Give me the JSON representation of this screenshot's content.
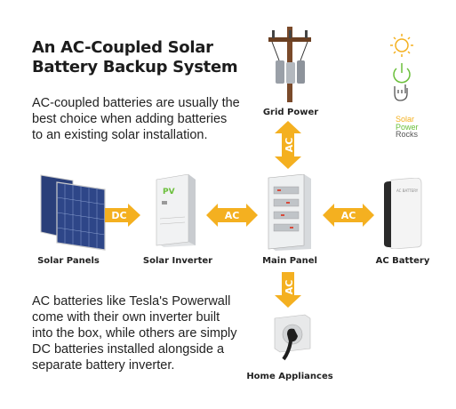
{
  "title": {
    "line1": "An AC-Coupled Solar",
    "line2": "Battery Backup System"
  },
  "intro": {
    "line1": "AC-coupled batteries are usually the",
    "line2": "best choice when adding batteries",
    "line3": "to an existing solar installation."
  },
  "note": {
    "line1": "AC batteries like Tesla's Powerwall",
    "line2": "come with their own inverter built",
    "line3": "into the box, while others are simply",
    "line4": "DC batteries installed alongside a",
    "line5": "separate battery inverter."
  },
  "labels": {
    "grid_power": "Grid Power",
    "solar_panels": "Solar Panels",
    "solar_inverter": "Solar Inverter",
    "main_panel": "Main Panel",
    "ac_battery": "AC Battery",
    "home_appliances": "Home Appliances"
  },
  "arrows": {
    "panels_to_inverter": "DC",
    "inverter_panel": "AC",
    "panel_battery": "AC",
    "grid_panel": "AC",
    "panel_home": "AC"
  },
  "inverter_badge": "PV",
  "battery_label": "AC BATTERY",
  "brand": {
    "line1": "Solar",
    "line2": "Power",
    "line3": "Rocks"
  },
  "colors": {
    "arrow": "#f4b020",
    "brand_sun": "#f4b020",
    "brand_power": "#6abf3a",
    "brand_rocks": "#555555",
    "panel_blue": "#2a3f7a"
  }
}
